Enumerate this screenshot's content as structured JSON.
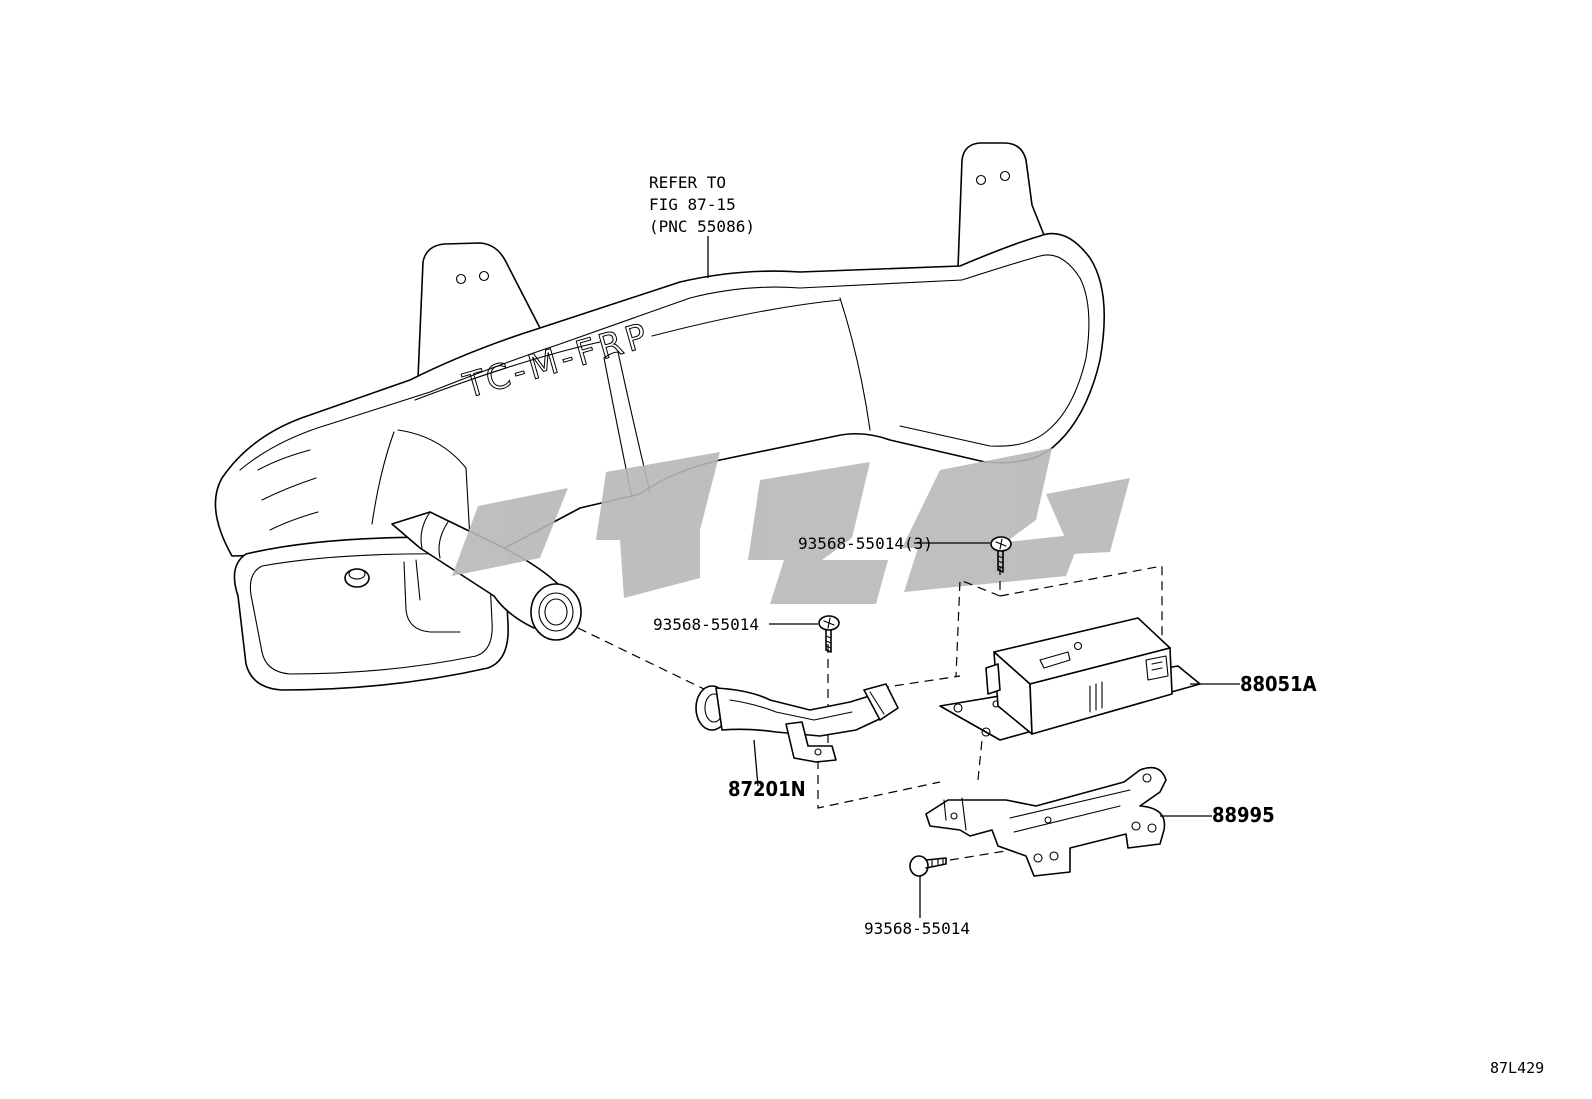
{
  "refer_note": {
    "line1": "REFER TO",
    "line2": "FIG 87-15",
    "line3": "(PNC 55086)"
  },
  "duct_marking": "TC-M-FRP",
  "callouts": {
    "screw_top": "93568-55014(3)",
    "screw_mid": "93568-55014",
    "screw_bottom": "93568-55014",
    "hose": "87201N",
    "module": "88051A",
    "bracket": "88995"
  },
  "figure_id": "87L429",
  "colors": {
    "line": "#000000",
    "watermark": "#b8b8b8"
  }
}
